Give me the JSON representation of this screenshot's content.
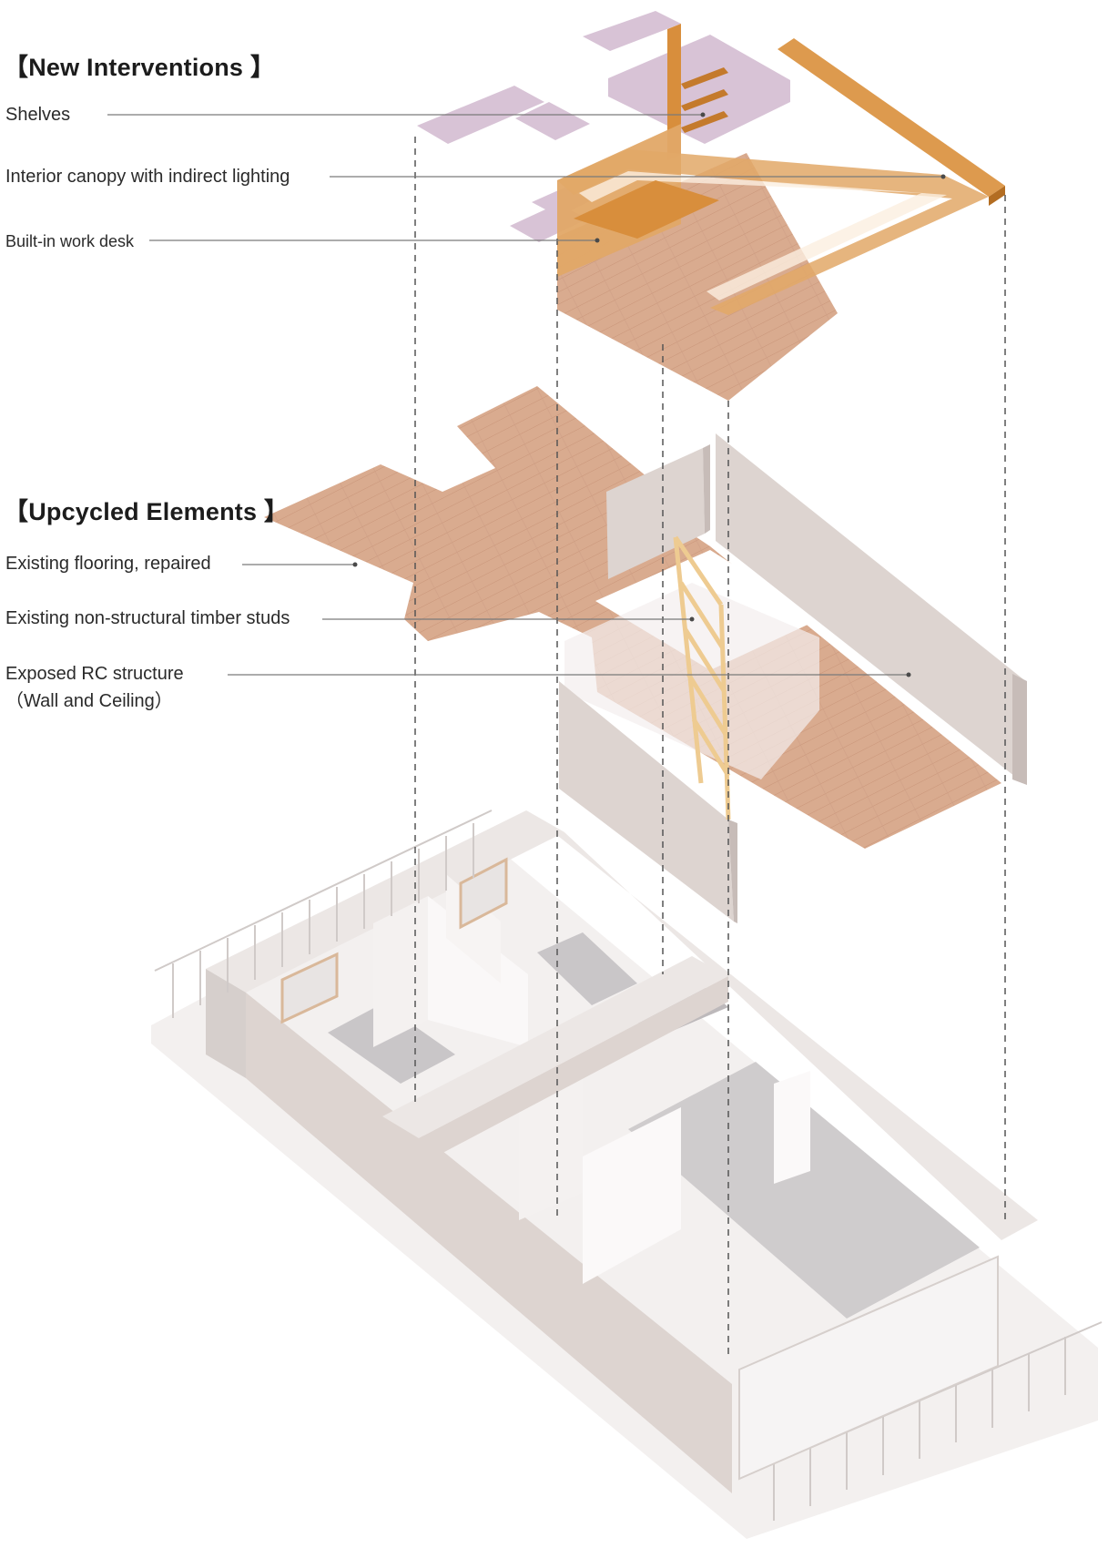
{
  "sections": [
    {
      "heading": "【New Interventions 】",
      "labels": [
        {
          "text": "Shelves"
        },
        {
          "text": "Interior canopy with indirect lighting"
        },
        {
          "text": "Built-in work desk"
        }
      ]
    },
    {
      "heading": "【Upcycled Elements 】",
      "labels": [
        {
          "text": "Existing flooring, repaired"
        },
        {
          "text": "Existing non-structural timber studs"
        },
        {
          "text": "Exposed RC structure",
          "subtext": "（Wall and Ceiling）"
        }
      ]
    }
  ],
  "colors": {
    "timber_floor": "#d9ab8f",
    "timber_floor_dark": "#c99579",
    "new_timber": "#d88e3c",
    "shelf_panel": "#d8c3d6",
    "wall_panel": "#ddd4d0",
    "building_white": "#f3f0ef",
    "building_shadow": "#d6cfcc",
    "floor_grey": "#c9c6c8",
    "stud": "#f0d6a8",
    "leader_line": "#7a7a7a",
    "dashed_line": "#555555"
  }
}
